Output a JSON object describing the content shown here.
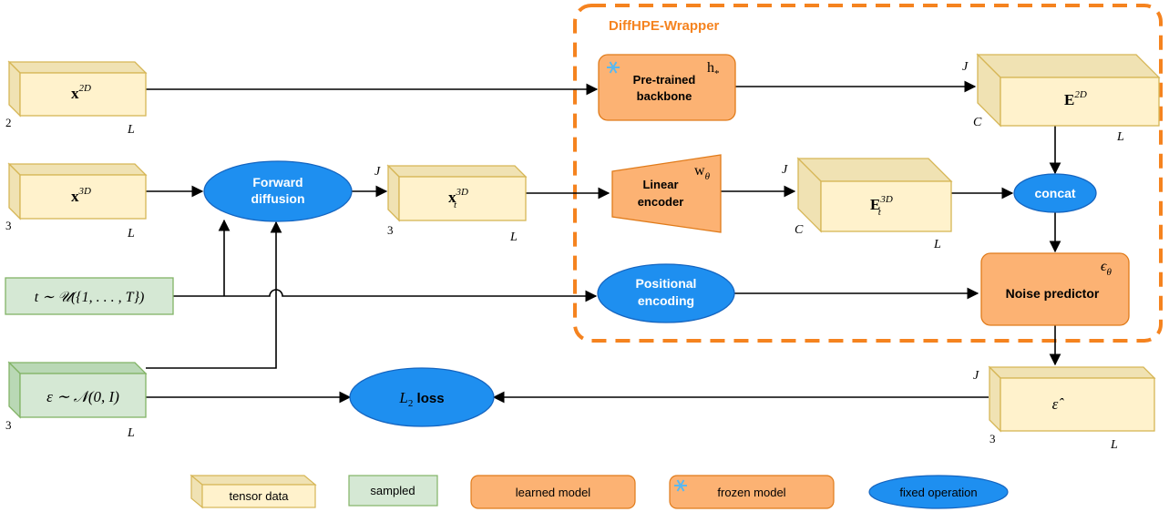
{
  "wrapper": {
    "title": "DiffHPE-Wrapper",
    "color": "#f5831f"
  },
  "colors": {
    "tensor_fill": "#fff2cc",
    "tensor_side": "#f0e2b3",
    "tensor_stroke": "#d6b656",
    "sampled_fill": "#d5e8d4",
    "sampled_stroke": "#82b366",
    "learned_fill": "#fcb273",
    "learned_stroke": "#e07b1a",
    "fixed_fill": "#1e8ff0",
    "fixed_stroke": "#1565c0",
    "frozen_icon": "#5ab8f0"
  },
  "tensors": {
    "x2d": {
      "main": "x",
      "sup": "2D",
      "left_dim": "2",
      "bottom_dim": "L"
    },
    "x3d": {
      "main": "x",
      "sup": "3D",
      "left_dim": "3",
      "bottom_dim": "L"
    },
    "xt3d": {
      "main": "x",
      "sub": "t",
      "sup": "3D",
      "top_dim": "J",
      "left_dim": "3",
      "bottom_dim": "L"
    },
    "e2d": {
      "main": "E",
      "sup": "2D",
      "top_dim": "J",
      "left_dim": "C",
      "bottom_dim": "L"
    },
    "et3d": {
      "main": "E",
      "sub": "t",
      "sup": "3D",
      "top_dim": "J",
      "left_dim": "C",
      "bottom_dim": "L"
    },
    "eps_hat": {
      "main": "ε̂",
      "top_dim": "J",
      "left_dim": "3",
      "bottom_dim": "L"
    },
    "eps": {
      "label": "ε ∼ 𝒩(0, I)",
      "left_dim": "3",
      "bottom_dim": "L"
    }
  },
  "sampled": {
    "t_label": "t ∼ 𝒰({1, . . . , T})"
  },
  "models": {
    "backbone": {
      "label_line1": "Pre-trained",
      "label_line2": "backbone",
      "param": "h",
      "param_sub": "*"
    },
    "linear_encoder": {
      "label_line1": "Linear",
      "label_line2": "encoder",
      "param": "w",
      "param_sub": "θ"
    },
    "noise_predictor": {
      "label": "Noise predictor",
      "param": "ϵ",
      "param_sub": "θ"
    }
  },
  "operations": {
    "forward_diffusion": {
      "line1": "Forward",
      "line2": "diffusion"
    },
    "concat": {
      "label": "concat"
    },
    "positional_encoding": {
      "line1": "Positional",
      "line2": "encoding"
    },
    "l2_loss": {
      "main": "L",
      "sub": "2",
      "suffix": " loss"
    }
  },
  "legend": {
    "tensor": "tensor data",
    "sampled": "sampled",
    "learned": "learned model",
    "frozen": "frozen model",
    "fixed": "fixed operation"
  }
}
